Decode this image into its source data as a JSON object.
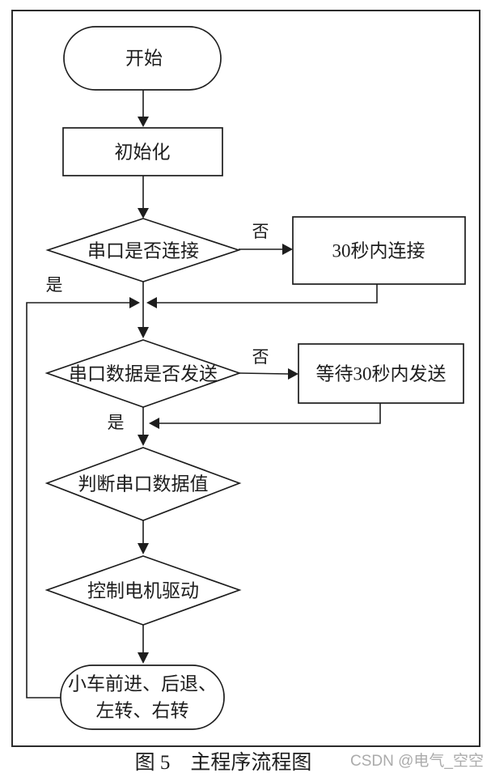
{
  "flowchart": {
    "nodes": {
      "start": {
        "type": "terminator",
        "label": "开始"
      },
      "init": {
        "type": "process",
        "label": "初始化"
      },
      "decision_serial_connected": {
        "type": "decision",
        "label": "串口是否连接"
      },
      "connect_30s": {
        "type": "process",
        "label": "30秒内连接"
      },
      "decision_data_sent": {
        "type": "decision",
        "label": "串口数据是否发送"
      },
      "wait_30s_send": {
        "type": "process",
        "label": "等待30秒内发送"
      },
      "decision_judge_value": {
        "type": "decision",
        "label": "判断串口数据值"
      },
      "decision_motor_drive": {
        "type": "decision",
        "label": "控制电机驱动"
      },
      "end": {
        "type": "terminator",
        "label_line1": "小车前进、后退、",
        "label_line2": "左转、右转"
      }
    },
    "edge_labels": {
      "connected_no": "否",
      "connected_yes": "是",
      "sent_no": "否",
      "sent_yes": "是"
    },
    "colors": {
      "line": "#1d1d1d",
      "background": "#ffffff"
    }
  },
  "caption": {
    "text": "图 5　主程序流程图"
  },
  "watermark": {
    "text": "CSDN @电气_空空",
    "color": "#ababab"
  }
}
